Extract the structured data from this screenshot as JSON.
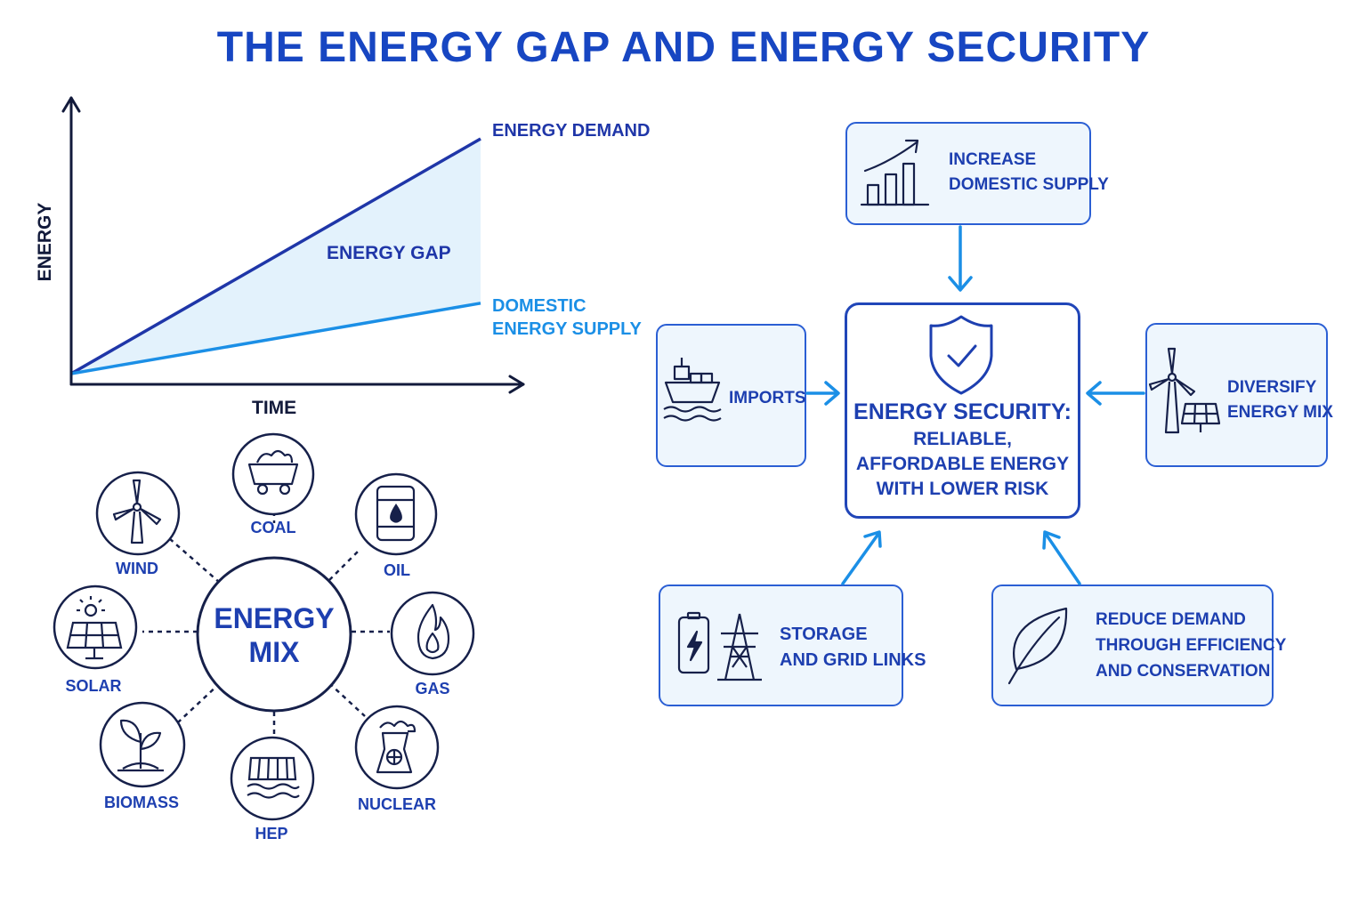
{
  "title": "THE ENERGY GAP AND ENERGY SECURITY",
  "chart_data": {
    "type": "area",
    "xlabel": "TIME",
    "ylabel": "ENERGY",
    "series": [
      {
        "name": "ENERGY DEMAND",
        "values": [
          0,
          10
        ]
      },
      {
        "name": "DOMESTIC ENERGY SUPPLY",
        "values": [
          0,
          3
        ]
      }
    ],
    "x": [
      0,
      1
    ],
    "annotations": [
      "ENERGY GAP"
    ],
    "grid": false
  },
  "chart_labels": {
    "demand": "ENERGY DEMAND",
    "supply_line1": "DOMESTIC",
    "supply_line2": "ENERGY SUPPLY",
    "gap": "ENERGY GAP",
    "x_axis": "TIME",
    "y_axis": "ENERGY"
  },
  "energy_mix": {
    "center_line1": "ENERGY",
    "center_line2": "MIX",
    "sources": {
      "coal": "COAL",
      "oil": "OIL",
      "gas": "GAS",
      "nuclear": "NUCLEAR",
      "hep": "HEP",
      "biomass": "BIOMASS",
      "solar": "SOLAR",
      "wind": "WIND"
    }
  },
  "security": {
    "center_title": "ENERGY SECURITY:",
    "center_line1": "RELIABLE,",
    "center_line2": "AFFORDABLE ENERGY",
    "center_line3": "WITH LOWER RISK",
    "increase_line1": "INCREASE",
    "increase_line2": "DOMESTIC SUPPLY",
    "imports": "IMPORTS",
    "diversify_line1": "DIVERSIFY",
    "diversify_line2": "ENERGY MIX",
    "storage_line1": "STORAGE",
    "storage_line2": "AND GRID LINKS",
    "reduce_line1": "REDUCE DEMAND",
    "reduce_line2": "THROUGH EFFICIENCY",
    "reduce_line3": "AND CONSERVATION"
  },
  "colors": {
    "title": "#1746c2",
    "dark_line": "#1f36a8",
    "light_line": "#1b8fe6",
    "gap_fill": "#e3f2fc",
    "box_border": "#2b5fd4",
    "box_fill": "#eef6fd",
    "arrow": "#1b8fe6",
    "icon": "#16204a"
  }
}
